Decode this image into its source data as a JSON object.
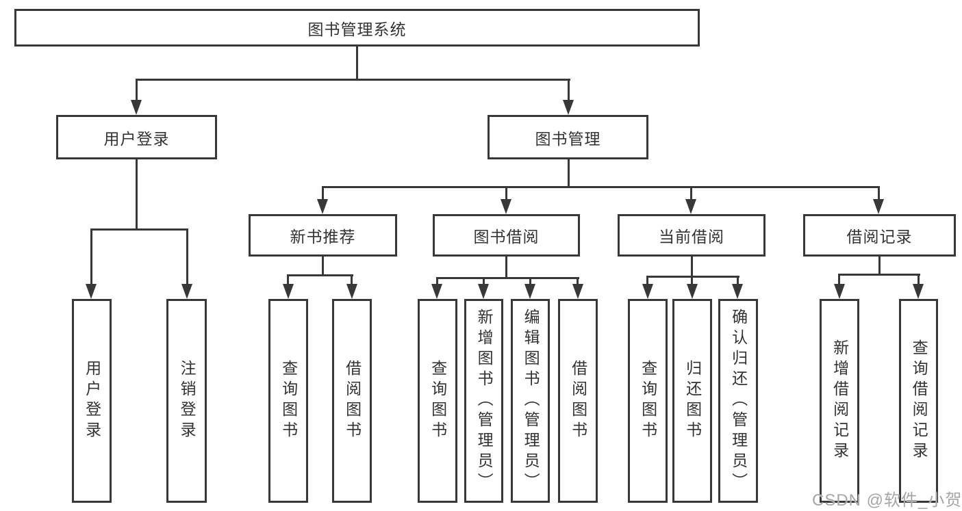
{
  "tree": {
    "label": "图书管理系统",
    "children": [
      {
        "label": "用户登录",
        "children": [
          {
            "label": "用户登录"
          },
          {
            "label": "注销登录"
          }
        ]
      },
      {
        "label": "图书管理",
        "children": [
          {
            "label": "新书推荐",
            "children": [
              {
                "label": "查询图书"
              },
              {
                "label": "借阅图书"
              }
            ]
          },
          {
            "label": "图书借阅",
            "children": [
              {
                "label": "查询图书"
              },
              {
                "label": "新增图书（管理员）"
              },
              {
                "label": "编辑图书（管理员）"
              },
              {
                "label": "借阅图书"
              }
            ]
          },
          {
            "label": "当前借阅",
            "children": [
              {
                "label": "查询图书"
              },
              {
                "label": "归还图书"
              },
              {
                "label": "确认归还（管理员）"
              }
            ]
          },
          {
            "label": "借阅记录",
            "children": [
              {
                "label": "新增借阅记录"
              },
              {
                "label": "查询借阅记录"
              }
            ]
          }
        ]
      }
    ]
  },
  "watermark": {
    "text": "CSDN @软件_小贺同学"
  },
  "colors": {
    "line": "#383838",
    "text": "#333333",
    "watermark": "#a6a6a6",
    "background": "#ffffff"
  }
}
